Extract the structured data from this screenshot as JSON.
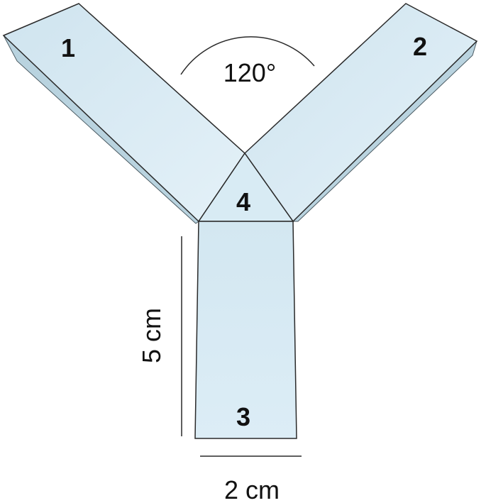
{
  "labels": {
    "region1": "1",
    "region2": "2",
    "region3": "3",
    "region4": "4",
    "angle": "120°",
    "height": "5 cm",
    "width": "2 cm"
  },
  "colors": {
    "fill": "#d6e9f3",
    "fill_light": "#e2f0f7",
    "shade": "#b9d3df",
    "edge": "#2a2a2a",
    "text": "#111111"
  }
}
